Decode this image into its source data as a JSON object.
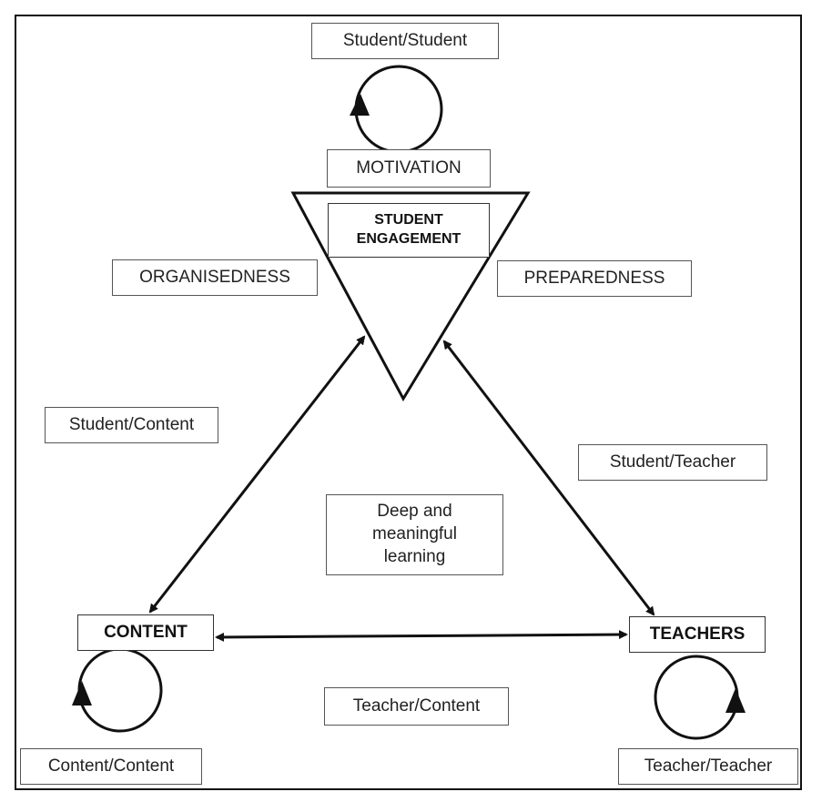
{
  "center": {
    "label": "STUDENT\nENGAGEMENT",
    "outcome": "Deep and\nmeaningful\nlearning"
  },
  "factors": {
    "motivation": "MOTIVATION",
    "organisedness": "ORGANISEDNESS",
    "preparedness": "PREPAREDNESS"
  },
  "nodes": {
    "content": "CONTENT",
    "teachers": "TEACHERS"
  },
  "interactions": {
    "student_student": "Student/Student",
    "student_content": "Student/Content",
    "student_teacher": "Student/Teacher",
    "teacher_content": "Teacher/Content",
    "content_content": "Content/Content",
    "teacher_teacher": "Teacher/Teacher"
  }
}
